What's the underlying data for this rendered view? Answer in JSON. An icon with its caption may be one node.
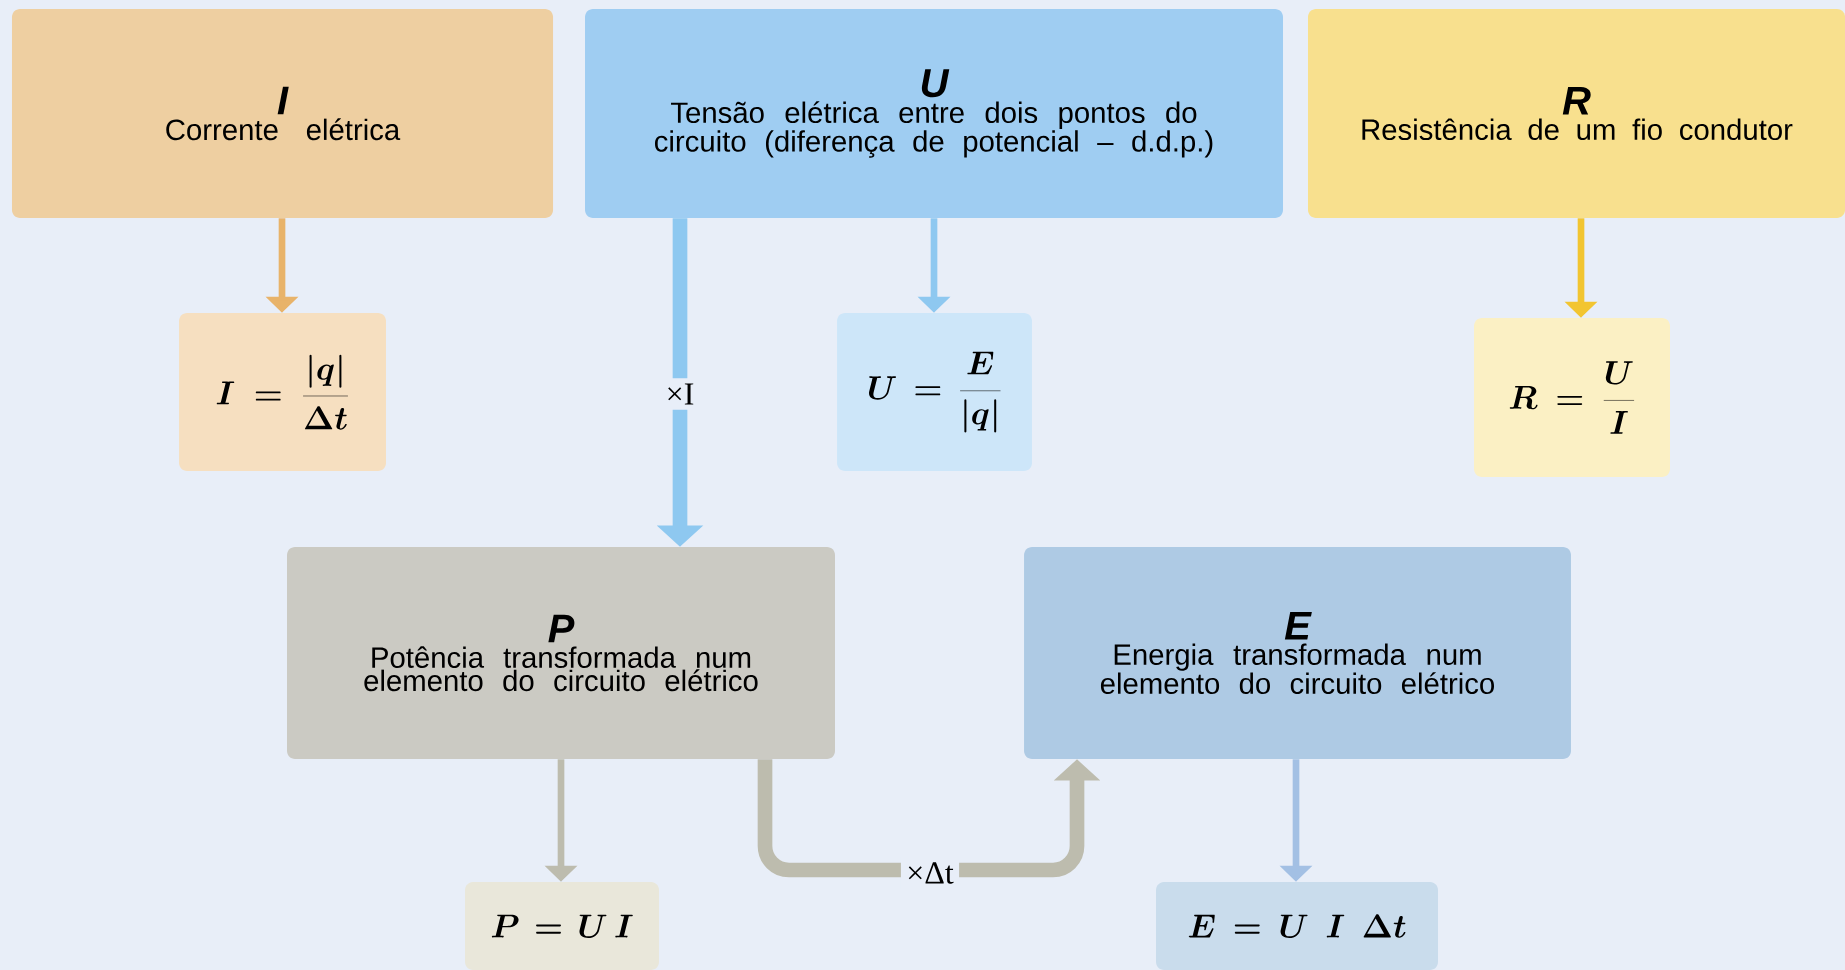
{
  "diagram": {
    "nodes": [
      {
        "text": [
          "I",
          "Corrente elétrica"
        ]
      },
      {
        "text": [
          "U",
          "Tensão elétrica entre dois pontos do circuito (diferença de potencial – d.d.p.)"
        ]
      },
      {
        "text": [
          "R",
          "Resistência de um fio condutor"
        ]
      },
      {
        "text": [
          "I = \\frac{|q|}{\\Delta t}"
        ]
      },
      {
        "text": [
          "U = \\frac{E}{|q|}"
        ]
      },
      {
        "text": [
          "R = \\frac{U}{I}"
        ]
      },
      {
        "text": [
          "P",
          "Potência transformada num elemento do circuito elétrico"
        ]
      },
      {
        "text": [
          "E",
          "Energia transformada num elemento do circuito elétrico"
        ]
      },
      {
        "text": [
          "P = U\\,I"
        ]
      },
      {
        "text": [
          "E = U\\;I\\;\\Delta t"
        ]
      }
    ],
    "edges": [
      {
        "from": 0,
        "to": 3,
        "arrow": "to",
        "color": "#e8b36a"
      },
      {
        "from": 1,
        "to": 4,
        "arrow": "to",
        "color": "#8ec8f0"
      },
      {
        "from": 2,
        "to": 5,
        "arrow": "to",
        "color": "#f2c531"
      },
      {
        "from": 1,
        "to": 6,
        "arrow": "to",
        "label": "×I",
        "style": "thick",
        "color": "#8ec8f0"
      },
      {
        "from": 6,
        "to": 8,
        "arrow": "to",
        "color": "#bdbcae"
      },
      {
        "from": 6,
        "to": 7,
        "arrow": "to",
        "label": "×Δt",
        "style": "thick",
        "color": "#bdbcae"
      },
      {
        "from": 7,
        "to": 9,
        "arrow": "to",
        "color": "#a3c0e4"
      }
    ]
  }
}
